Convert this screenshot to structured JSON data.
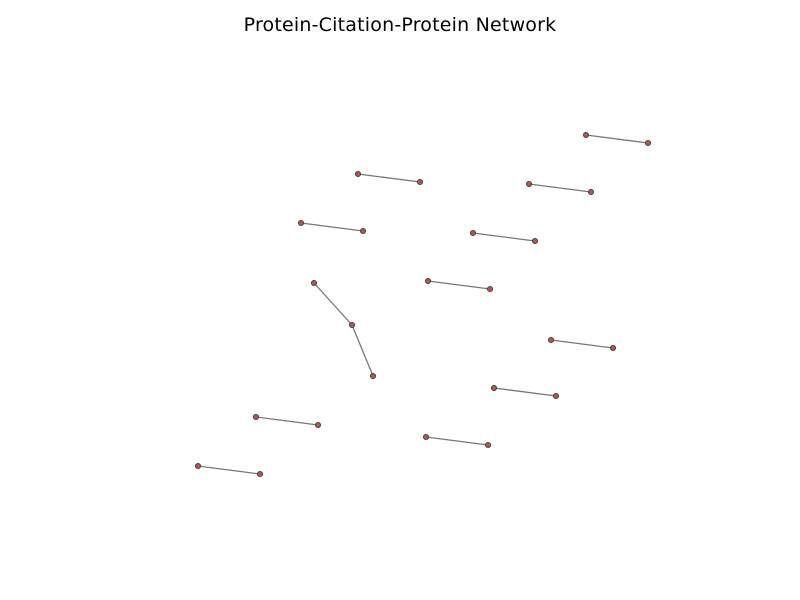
{
  "title": "Protein-Citation-Protein Network",
  "colors": {
    "node_fill": "#c0504d",
    "node_stroke": "#3f3f3f",
    "edge": "#777777",
    "background": "#ffffff"
  },
  "graph": {
    "nodes": [
      {
        "id": "n1"
      },
      {
        "id": "n2"
      },
      {
        "id": "n3"
      },
      {
        "id": "n4"
      },
      {
        "id": "n5"
      },
      {
        "id": "n6"
      },
      {
        "id": "n7"
      },
      {
        "id": "n8"
      },
      {
        "id": "n9"
      },
      {
        "id": "n10"
      },
      {
        "id": "n11"
      },
      {
        "id": "n12"
      },
      {
        "id": "n13"
      },
      {
        "id": "n14"
      },
      {
        "id": "n15"
      },
      {
        "id": "n16"
      },
      {
        "id": "n17"
      },
      {
        "id": "n18"
      },
      {
        "id": "n19"
      },
      {
        "id": "n20"
      },
      {
        "id": "n21"
      },
      {
        "id": "n22"
      },
      {
        "id": "n23"
      },
      {
        "id": "n24"
      },
      {
        "id": "n25"
      }
    ],
    "edges": [
      {
        "source": "n1",
        "target": "n2"
      },
      {
        "source": "n3",
        "target": "n4"
      },
      {
        "source": "n5",
        "target": "n6"
      },
      {
        "source": "n7",
        "target": "n8"
      },
      {
        "source": "n9",
        "target": "n10"
      },
      {
        "source": "n11",
        "target": "n12"
      },
      {
        "source": "n13",
        "target": "n14"
      },
      {
        "source": "n14",
        "target": "n15"
      },
      {
        "source": "n16",
        "target": "n17"
      },
      {
        "source": "n18",
        "target": "n19"
      },
      {
        "source": "n20",
        "target": "n21"
      },
      {
        "source": "n22",
        "target": "n23"
      },
      {
        "source": "n24",
        "target": "n25"
      }
    ]
  }
}
